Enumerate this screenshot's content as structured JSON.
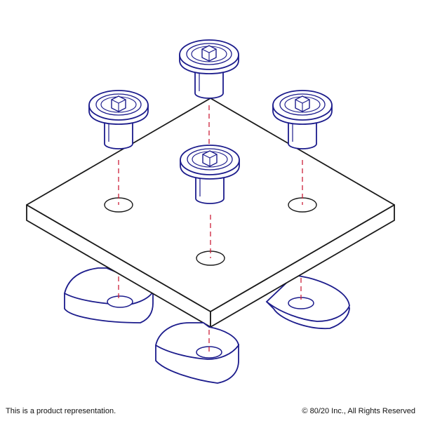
{
  "footer": {
    "disclaimer": "This is a product representation.",
    "copyright": "© 80/20 Inc., All Rights Reserved"
  },
  "colors": {
    "plate_stroke": "#1a1a1a",
    "hardware_stroke": "#1c1c8c",
    "center_line": "#cc1f3a",
    "background": "#ffffff"
  },
  "components": {
    "plate": "square-plate",
    "screws": [
      "button-head-screw",
      "button-head-screw",
      "button-head-screw",
      "button-head-screw"
    ],
    "nuts": [
      "t-nut",
      "t-nut",
      "t-nut"
    ]
  }
}
